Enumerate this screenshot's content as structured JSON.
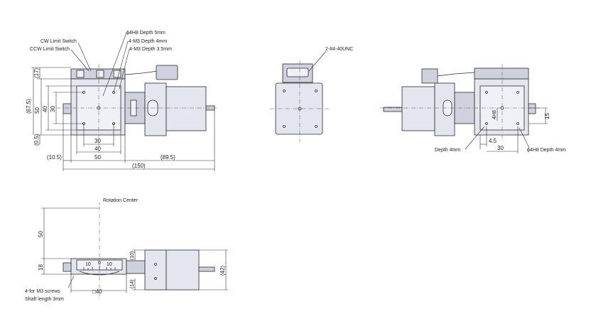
{
  "top_view": {
    "labels": {
      "cw_limit": "CW Limit Switch",
      "ccw_limit": "CCW Limit Switch",
      "hole1": "ϕ4H8 Depth 5mm",
      "hole2": "4-M3 Depth 4mm",
      "hole3": "4-M3 Depth 3.5mm"
    },
    "dims": {
      "d17": "(17)",
      "d67_5": "(67.5)",
      "d50_v": "50",
      "d40_v": "40",
      "d30_v": "30",
      "d0_5": "(0.5)",
      "d30_h": "30",
      "d40_h": "40",
      "d50_h": "50",
      "d10_5": "(10.5)",
      "d89_5": "(89.5)",
      "d150": "(150)"
    }
  },
  "end_view": {
    "label": "2-#4-40UNC"
  },
  "side_view": {
    "labels": {
      "depth4": "Depth 4mm",
      "hole": "ϕ4H8 Depth 4mm"
    },
    "dims": {
      "d4h8": "4H8",
      "d4_5": "4.5",
      "d30": "30",
      "d15": "15"
    }
  },
  "front_view": {
    "labels": {
      "rotation_center": "Rotation Center",
      "screws": "4-for M3 screws",
      "shaft": "Shaft length 3mm"
    },
    "dims": {
      "d50": "50",
      "d18": "18",
      "d10": "(10)",
      "d14": "(14)",
      "d42": "(42)",
      "d_sq40": "□40"
    },
    "scale_marks": {
      "s10": "10",
      "s0": "0",
      "s10b": "10"
    }
  }
}
